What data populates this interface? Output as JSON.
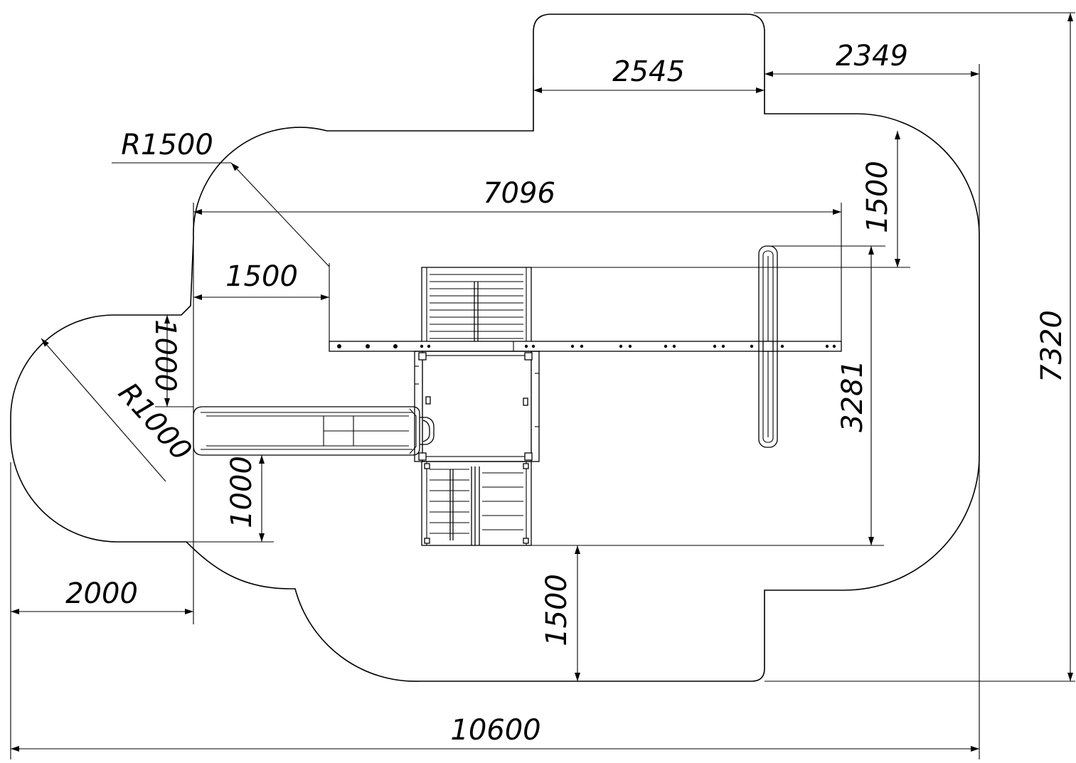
{
  "drawing": {
    "dimensions": {
      "top_step_width": "2545",
      "top_right_offset": "2349",
      "corner_radius_large": "R1500",
      "beam_length": "7096",
      "top_clearance": "1500",
      "left_clearance": "1500",
      "slide_side_top": "1000",
      "slide_radius": "R1000",
      "slide_side_bottom": "1000",
      "slide_zone_depth": "2000",
      "structure_depth": "3281",
      "overall_height": "7320",
      "bottom_clearance": "1500",
      "overall_width": "10600"
    }
  }
}
